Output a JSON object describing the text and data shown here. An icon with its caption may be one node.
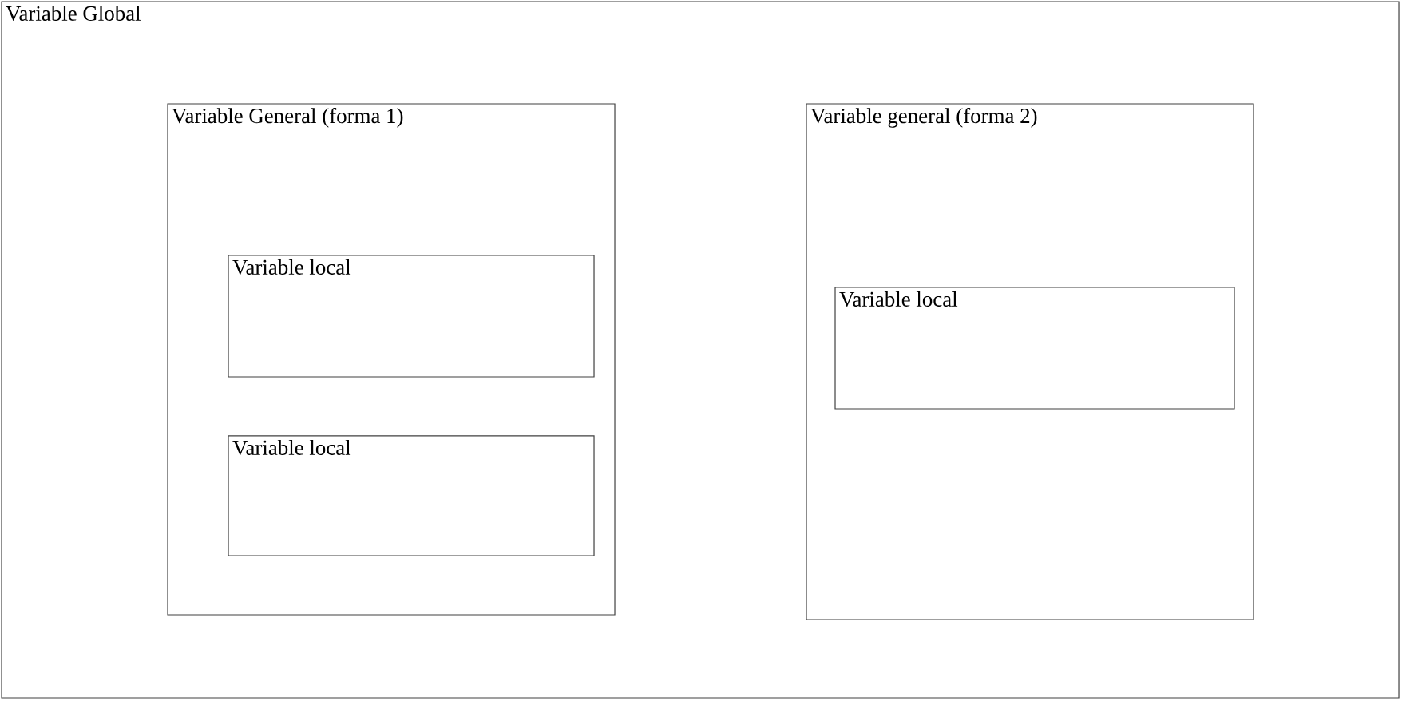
{
  "diagram": {
    "nodes": [
      {
        "text": [
          "Variable Global"
        ]
      },
      {
        "text": [
          "Variable General (forma 1)"
        ],
        "in": 0
      },
      {
        "text": [
          "Variable local"
        ],
        "in": 1
      },
      {
        "text": [
          "Variable local"
        ],
        "in": 1
      },
      {
        "text": [
          "Variable general (forma 2)"
        ],
        "in": 0
      },
      {
        "text": [
          "Variable local"
        ],
        "in": 4
      }
    ]
  }
}
